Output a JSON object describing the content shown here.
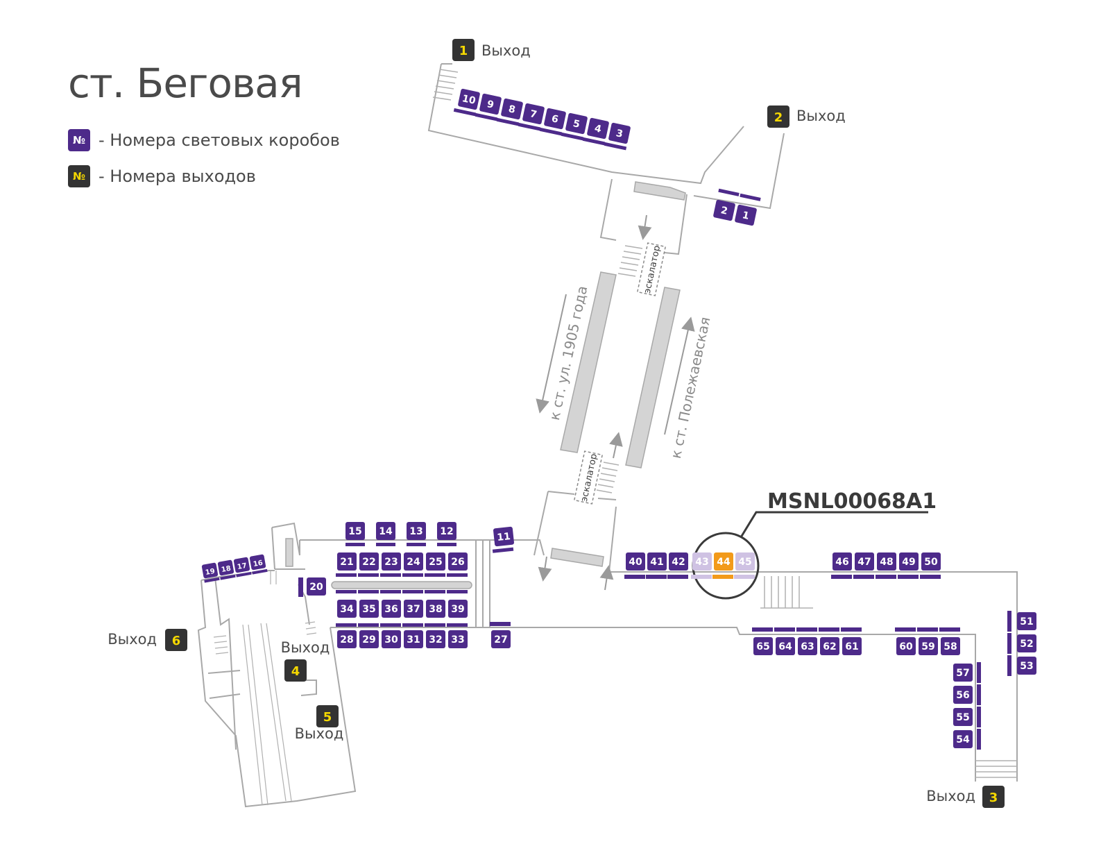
{
  "title": "ст. Беговая",
  "legend": {
    "symbol": "№",
    "boxes": "- Номера световых коробов",
    "exits": "- Номера выходов"
  },
  "code_label": "MSNL00068A1",
  "escalator_label": "эскалатор",
  "direction_left": "к ст. ул. 1905 года",
  "direction_right": "к ст. Полежаевская",
  "exits": [
    {
      "num": "1",
      "label": "Выход"
    },
    {
      "num": "2",
      "label": "Выход"
    },
    {
      "num": "3",
      "label": "Выход"
    },
    {
      "num": "4",
      "label": "Выход"
    },
    {
      "num": "5",
      "label": "Выход"
    },
    {
      "num": "6",
      "label": "Выход"
    }
  ],
  "colors": {
    "box": "#4d2a8a",
    "box_inactive": "#cfc2e3",
    "box_selected": "#f29a1a",
    "exit_badge": "#333333",
    "exit_number": "#f5d800",
    "wall": "#a8a8a8",
    "platform": "#d4d4d4"
  },
  "boxes_top": [
    "10",
    "9",
    "8",
    "7",
    "6",
    "5",
    "4",
    "3"
  ],
  "boxes_top_right": [
    "2",
    "1"
  ],
  "boxes_upper": [
    "15",
    "14",
    "13",
    "12",
    "11"
  ],
  "boxes_row_21": [
    "21",
    "22",
    "23",
    "24",
    "25",
    "26"
  ],
  "boxes_row_34": [
    "34",
    "35",
    "36",
    "37",
    "38",
    "39"
  ],
  "boxes_row_28": [
    "28",
    "29",
    "30",
    "31",
    "32",
    "33"
  ],
  "box_27": "27",
  "box_20": "20",
  "boxes_small": [
    "19",
    "18",
    "17",
    "16"
  ],
  "boxes_40": [
    "40",
    "41",
    "42"
  ],
  "boxes_inactive": [
    "43",
    "45"
  ],
  "box_selected": "44",
  "boxes_46": [
    "46",
    "47",
    "48",
    "49",
    "50"
  ],
  "boxes_61": [
    "65",
    "64",
    "63",
    "62",
    "61"
  ],
  "boxes_58": [
    "60",
    "59",
    "58"
  ],
  "boxes_51": [
    "51",
    "52",
    "53"
  ],
  "boxes_54": [
    "57",
    "56",
    "55",
    "54"
  ]
}
